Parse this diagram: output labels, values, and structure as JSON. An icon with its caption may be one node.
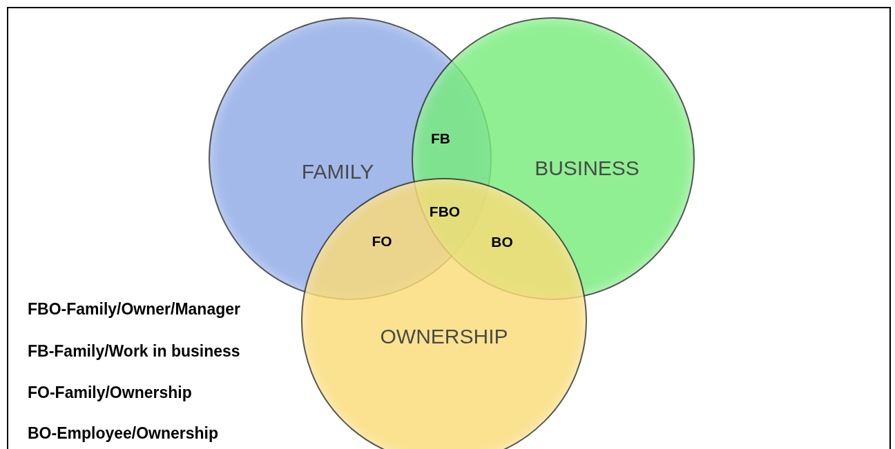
{
  "diagram": {
    "nodes": [
      {
        "text": [
          "FAMILY"
        ]
      },
      {
        "text": [
          "BUSINESS"
        ]
      },
      {
        "text": [
          "OWNERSHIP"
        ]
      }
    ],
    "labels": [
      "FB",
      "FBO",
      "FO",
      "BO",
      "FBO-Family/Owner/Manager",
      "FB-Family/Work in business",
      "FO-Family/Ownership",
      "BO-Employee/Ownership"
    ]
  }
}
